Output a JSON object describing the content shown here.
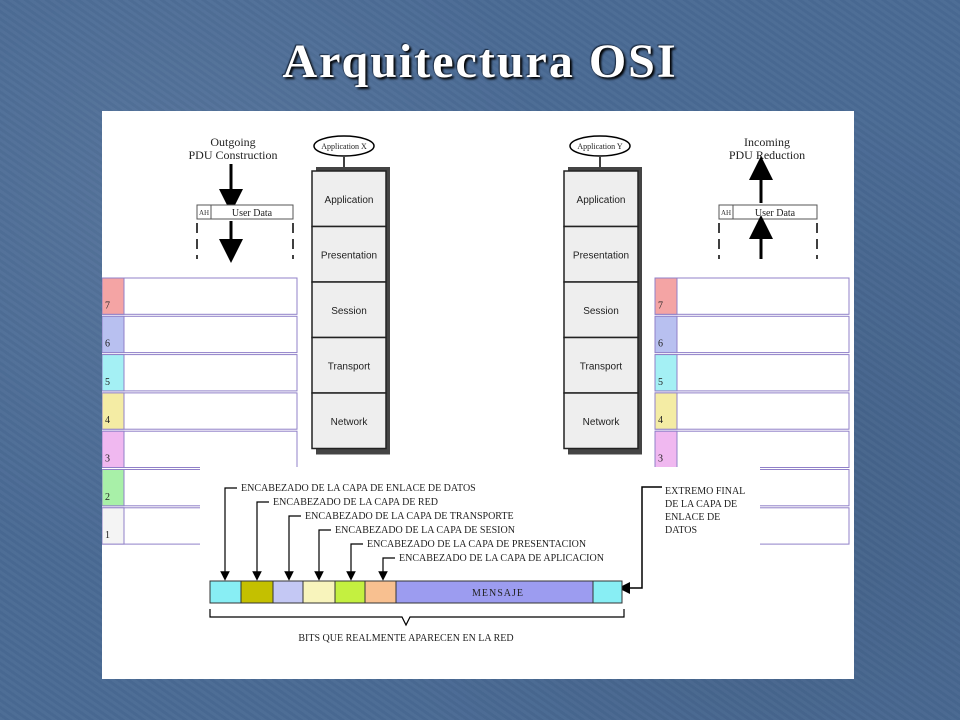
{
  "slide": {
    "title": "Arquitectura OSI"
  },
  "diagram": {
    "outgoing_label": [
      "Outgoing",
      "PDU Construction"
    ],
    "incoming_label": [
      "Incoming",
      "PDU Reduction"
    ],
    "ah_left": "AH",
    "ah_right": "AH",
    "user_data_left": "User Data",
    "user_data_right": "User Data",
    "application_x": "Application X",
    "application_y": "Application Y",
    "stack_layers": [
      "Application",
      "Presentation",
      "Session",
      "Transport",
      "Network"
    ],
    "layer_numbers": [
      "7",
      "6",
      "5",
      "4",
      "3",
      "2",
      "1"
    ],
    "layer_colors": [
      "#f4a4a4",
      "#b8c0f0",
      "#a4f0f4",
      "#f4eca4",
      "#f0b8f0",
      "#a8f0a8",
      "#f4f4f4"
    ],
    "headers": [
      "ENCABEZADO DE LA CAPA DE ENLACE DE DATOS",
      "ENCABEZADO DE LA CAPA DE RED",
      "ENCABEZADO DE LA CAPA DE TRANSPORTE",
      "ENCABEZADO DE LA CAPA DE SESION",
      "ENCABEZADO DE LA CAPA DE PRESENTACION",
      "ENCABEZADO DE LA CAPA DE APLICACION"
    ],
    "trailer_label": [
      "EXTREMO FINAL",
      "DE LA CAPA DE",
      "ENLACE DE",
      "DATOS"
    ],
    "message": "MENSAJE",
    "frame_colors": [
      "#88eef4",
      "#c4c000",
      "#c4c8f4",
      "#f8f4bc",
      "#c4f040",
      "#f8c090",
      "#9c9cf0",
      "#88eef4"
    ],
    "bits_label": "BITS QUE REALMENTE APARECEN EN LA RED"
  }
}
